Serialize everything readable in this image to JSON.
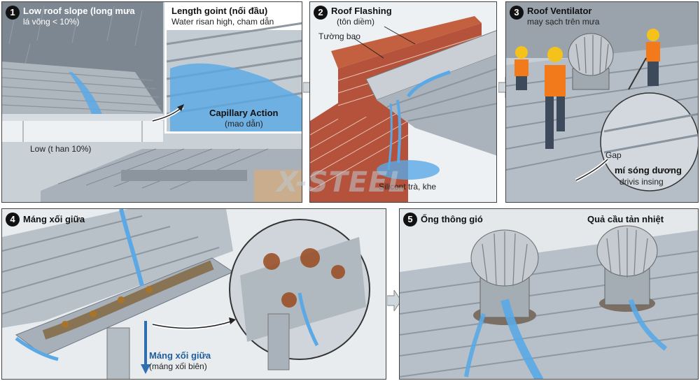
{
  "panels": [
    {
      "num": "1",
      "title": "Low roof slope (long mưa",
      "subtitle": "lá võng < 10%)"
    },
    {
      "num": "2",
      "title": "Roof Flashing",
      "subtitle": "(tôn diềm)"
    },
    {
      "num": "3",
      "title": "Roof Ventilator",
      "subtitle": "may sạch trên mưa"
    },
    {
      "num": "4",
      "title": "Máng xối giữa",
      "subtitle": ""
    },
    {
      "num": "5",
      "title": "Ống thông gió",
      "subtitle": ""
    }
  ],
  "labels": {
    "length_joint_title": "Length goint (nối đầu)",
    "length_joint_sub": "Water risan high, cham dẫn",
    "capillary_title": "Capillary Action",
    "capillary_sub": "(mao dẫn)",
    "low_than": "Low (t han 10%)",
    "wall": "Tường bao",
    "silicone": "Silicont trà, khe",
    "gap": "Gap",
    "mi_song_duong": "mí sóng dương",
    "drivis_insing": "drivis insing",
    "gutter_title": "Máng xối giữa",
    "gutter_sub": "(máng xối biên)",
    "heat_ball": "Quả cầu tản nhiệt",
    "watermark": "X-STEEL"
  },
  "colors": {
    "water": "#5aa9e6",
    "roof": "#b9c2cb",
    "roof_dark": "#8d98a3",
    "brick": "#b5523b",
    "rust": "#9a4a1e",
    "vest": "#f27a1a",
    "helmet": "#f5c21b"
  }
}
